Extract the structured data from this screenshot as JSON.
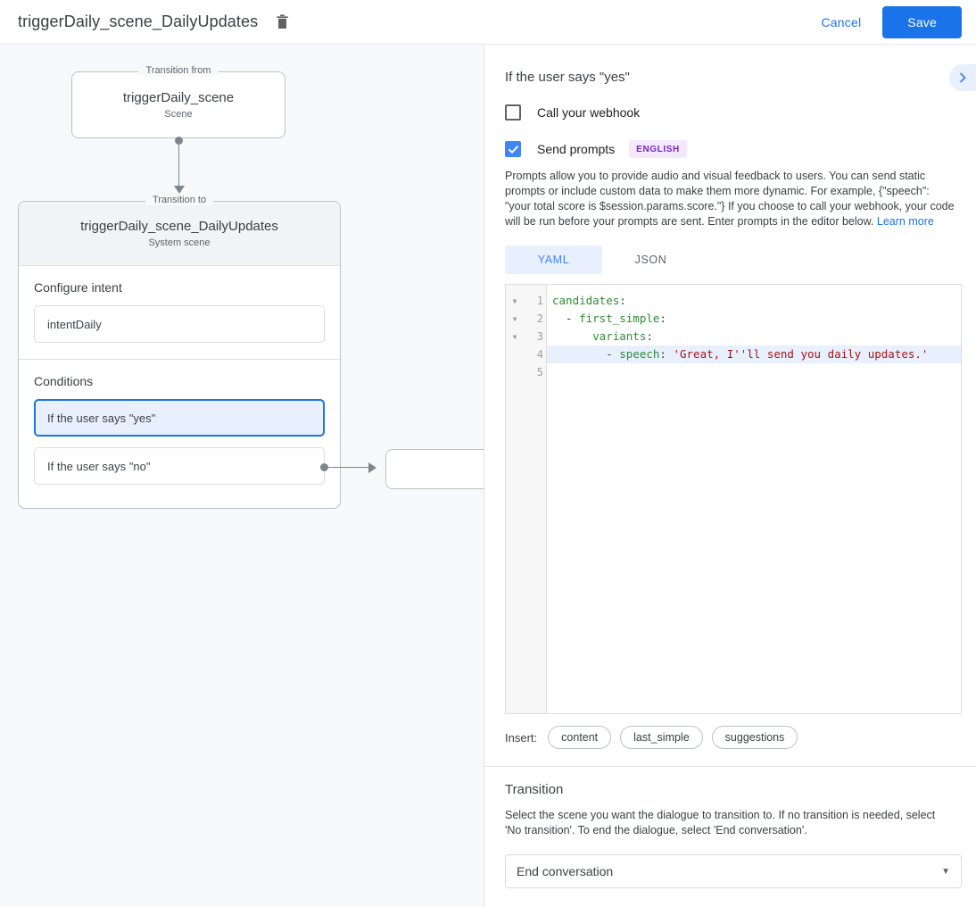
{
  "topbar": {
    "title": "triggerDaily_scene_DailyUpdates",
    "delete_icon": "trash-icon",
    "cancel_label": "Cancel",
    "save_label": "Save"
  },
  "diagram": {
    "from_legend": "Transition from",
    "from_title": "triggerDaily_scene",
    "from_subtitle": "Scene",
    "to_legend": "Transition to",
    "to_title": "triggerDaily_scene_DailyUpdates",
    "to_subtitle": "System scene",
    "intent_label": "Configure intent",
    "intent_value": "intentDaily",
    "conditions_label": "Conditions",
    "conditions": [
      {
        "label": "If the user says \"yes\"",
        "selected": true
      },
      {
        "label": "If the user says \"no\"",
        "selected": false
      }
    ]
  },
  "detail": {
    "title": "If the user says \"yes\"",
    "collapse_icon": "chevron-right-icon",
    "webhook": {
      "label": "Call your webhook",
      "checked": false
    },
    "send_prompts": {
      "label": "Send prompts",
      "checked": true,
      "badge": "ENGLISH"
    },
    "description": "Prompts allow you to provide audio and visual feedback to users. You can send static prompts or include custom data to make them more dynamic. For example, {\"speech\": \"your total score is $session.params.score.\"} If you choose to call your webhook, your code will be run before your prompts are sent. Enter prompts in the editor below.",
    "learn_more": "Learn more",
    "tabs": [
      {
        "label": "YAML",
        "active": true
      },
      {
        "label": "JSON",
        "active": false
      }
    ],
    "editor": {
      "lines": [
        {
          "num": "1",
          "fold": true,
          "highlight": false
        },
        {
          "num": "2",
          "fold": true,
          "highlight": false
        },
        {
          "num": "3",
          "fold": true,
          "highlight": false
        },
        {
          "num": "4",
          "fold": false,
          "highlight": true
        },
        {
          "num": "5",
          "fold": false,
          "highlight": false
        }
      ],
      "code": {
        "l1_key": "candidates",
        "l1_punct": ":",
        "l2_dash": "  - ",
        "l2_key": "first_simple",
        "l2_punct": ":",
        "l3_key": "      variants",
        "l3_punct": ":",
        "l4_dash": "        - ",
        "l4_key": "speech",
        "l4_punct": ": ",
        "l4_str": "'Great, I''ll send you daily updates.'",
        "l5": ""
      }
    },
    "insert_label": "Insert:",
    "insert_chips": [
      "content",
      "last_simple",
      "suggestions"
    ]
  },
  "transition": {
    "title": "Transition",
    "description": "Select the scene you want the dialogue to transition to. If no transition is needed, select 'No transition'. To end the dialogue, select 'End conversation'.",
    "selected": "End conversation",
    "caret_icon": "caret-down-icon"
  },
  "colors": {
    "accent": "#1a73e8",
    "selected_bg": "#e8f0fe",
    "badge_bg": "#f3e8fd",
    "badge_fg": "#7627bb",
    "panel_bg": "#f8f9fa",
    "code_key": "#2e8b35",
    "code_string": "#a31515"
  }
}
